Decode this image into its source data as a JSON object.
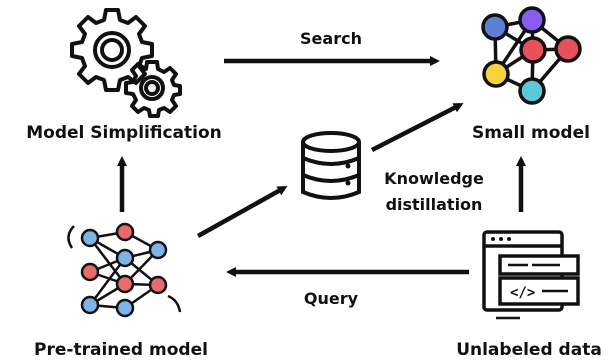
{
  "nodes": {
    "model_simplification": {
      "label": "Model Simplification",
      "icon": "gears-icon"
    },
    "small_model": {
      "label": "Small model",
      "icon": "colored-network-icon"
    },
    "knowledge_base": {
      "icon": "database-icon"
    },
    "pretrained_model": {
      "label": "Pre-trained model",
      "icon": "neural-network-icon"
    },
    "unlabeled_data": {
      "label": "Unlabeled data",
      "icon": "code-window-icon"
    }
  },
  "edges": {
    "search": {
      "label": "Search"
    },
    "knowledge_distillation": {
      "line1": "Knowledge",
      "line2": "distillation"
    },
    "query": {
      "label": "Query"
    }
  },
  "colors": {
    "ink": "#111111",
    "blue": "#5b7fd6",
    "red": "#e8505b",
    "purple": "#8a5cf6",
    "yellow": "#f6d23c",
    "cyan": "#5bc8d8",
    "neural_blue": "#7fb3e8",
    "neural_red": "#e86a6a"
  }
}
